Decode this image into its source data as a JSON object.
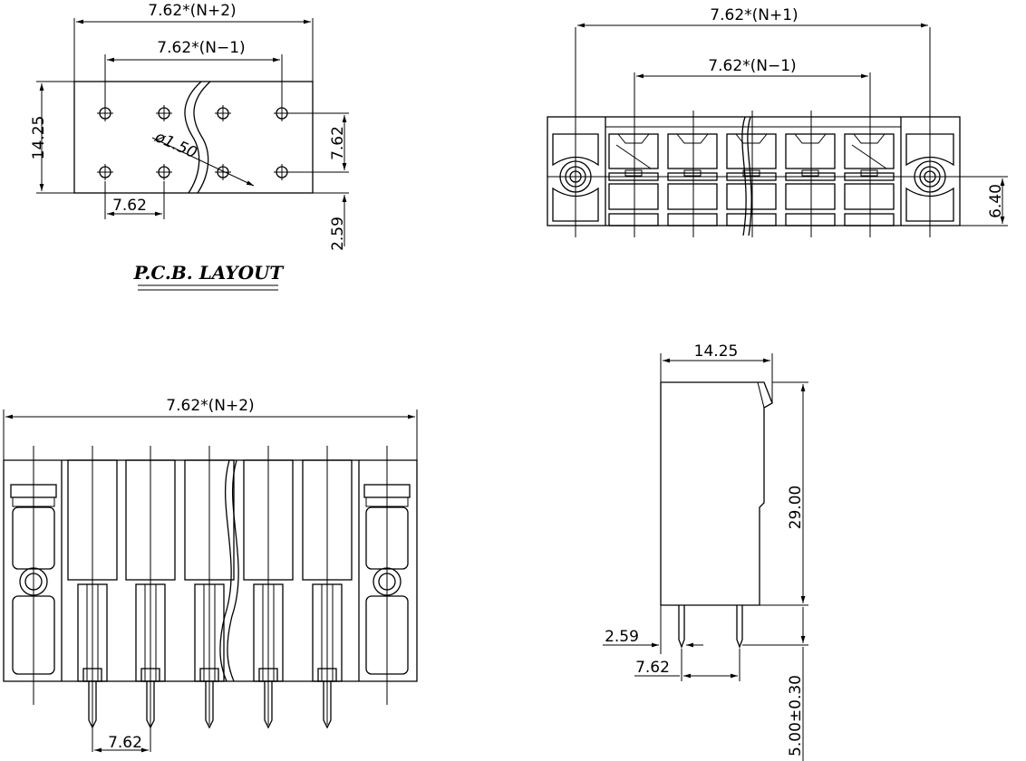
{
  "pcb_layout": {
    "title": "P.C.B. LAYOUT",
    "dims": {
      "overall_width": "7.62*(N+2)",
      "inner_width": "7.62*(N−1)",
      "height": "14.25",
      "row_pitch": "7.62",
      "hole_diameter": "ø1.50",
      "col_pitch": "7.62",
      "offset": "2.59"
    }
  },
  "top_view": {
    "dims": {
      "overall_width": "7.62*(N+1)",
      "inner_width": "7.62*(N−1)",
      "height": "6.40"
    }
  },
  "front_view": {
    "dims": {
      "overall_width": "7.62*(N+2)",
      "pitch": "7.62"
    }
  },
  "side_view": {
    "dims": {
      "width": "14.25",
      "height": "29.00",
      "pin_offset": "2.59",
      "pin_pitch": "7.62",
      "pin_length": "5.00±0.30"
    }
  }
}
